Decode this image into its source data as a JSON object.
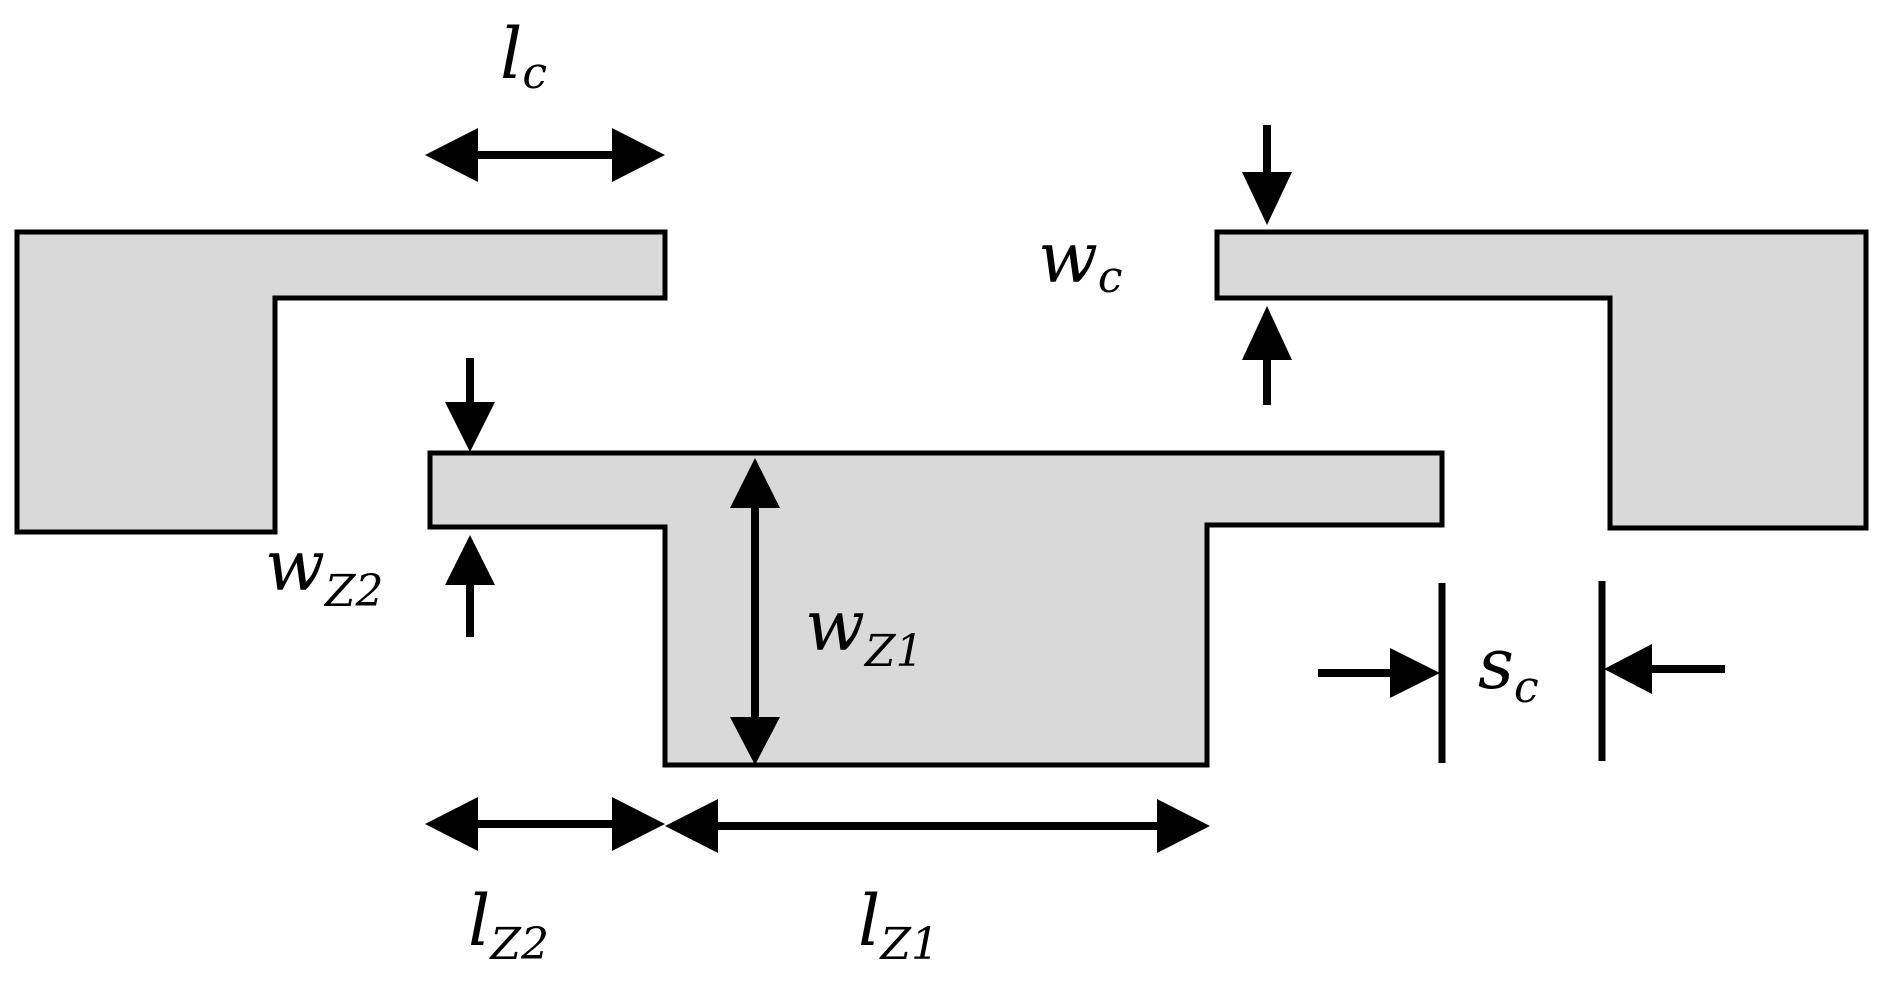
{
  "colors": {
    "conductor_fill": "#d9d9d9",
    "outline": "#000000",
    "background": "#ffffff"
  },
  "labels": {
    "lc": {
      "main": "l",
      "sub": "c"
    },
    "wc": {
      "main": "w",
      "sub": "c"
    },
    "wz2": {
      "main": "w",
      "sub": "Z2"
    },
    "wz1": {
      "main": "w",
      "sub": "Z1"
    },
    "sc": {
      "main": "s",
      "sub": "c"
    },
    "lz2": {
      "main": "l",
      "sub": "Z2"
    },
    "lz1": {
      "main": "l",
      "sub": "Z1"
    }
  }
}
